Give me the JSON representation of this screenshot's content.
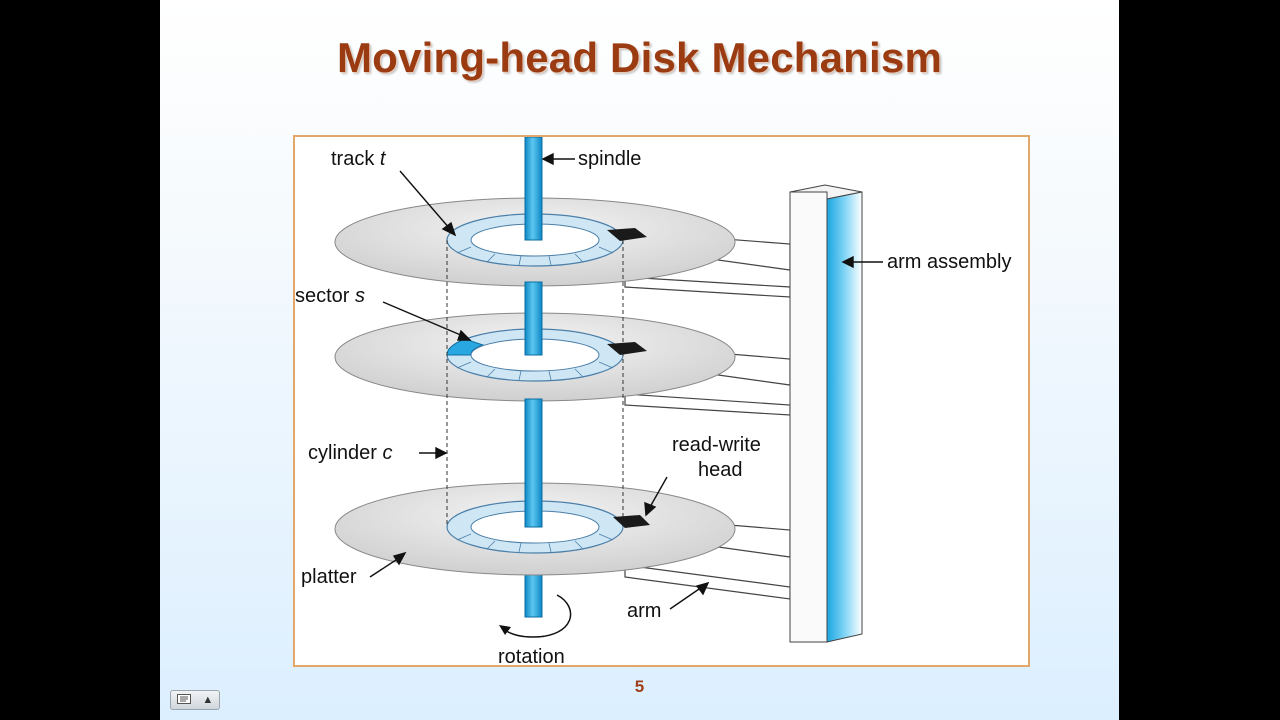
{
  "slide": {
    "title": "Moving-head Disk Mechanism",
    "page_number": "5"
  },
  "diagram": {
    "labels": {
      "track": "track ",
      "track_var": "t",
      "spindle": "spindle",
      "arm_assembly": "arm assembly",
      "sector": "sector ",
      "sector_var": "s",
      "cylinder": "cylinder ",
      "cylinder_var": "c",
      "read_write_1": "read-write",
      "read_write_2": "head",
      "platter": "platter",
      "arm": "arm",
      "rotation": "rotation"
    },
    "colors": {
      "spindle": "#1aa6e0",
      "platter": "#d9d9d9",
      "track_ring": "#cfe6f5",
      "sector_highlight": "#29a7e1",
      "head": "#1a1a1a",
      "frame_border": "#e2a869",
      "title": "#9a3b12"
    }
  },
  "nav": {
    "menu_icon": "slide-menu-icon",
    "up_icon": "triangle-up-icon",
    "up_glyph": "▲"
  }
}
